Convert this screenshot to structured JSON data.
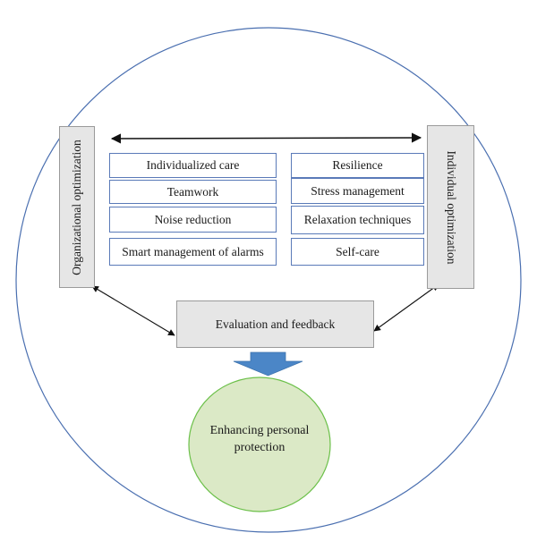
{
  "left_column": {
    "label": "Organizational optimization",
    "items": [
      "Individualized care",
      "Teamwork",
      "Noise reduction",
      "Smart management of alarms"
    ]
  },
  "right_column": {
    "label": "Individual optimization",
    "items": [
      "Resilience",
      "Stress management",
      "Relaxation techniques",
      "Self-care"
    ]
  },
  "evaluation": {
    "label": "Evaluation and feedback"
  },
  "outcome": {
    "label": "Enhancing personal protection"
  },
  "colors": {
    "outer_circle": "#4a6fb0",
    "item_border": "#5a7ab8",
    "box_fill": "#e6e6e6",
    "outcome_fill": "#dbe9c6",
    "outcome_border": "#6cc04a",
    "down_arrow": "#4b86c7"
  }
}
